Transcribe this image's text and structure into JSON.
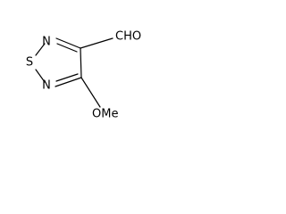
{
  "molecule": {
    "atoms": {
      "ring_n_top": "N",
      "ring_s": "S",
      "ring_n_bottom": "N",
      "aldehyde": "CHO",
      "methoxy": "OMe"
    }
  }
}
